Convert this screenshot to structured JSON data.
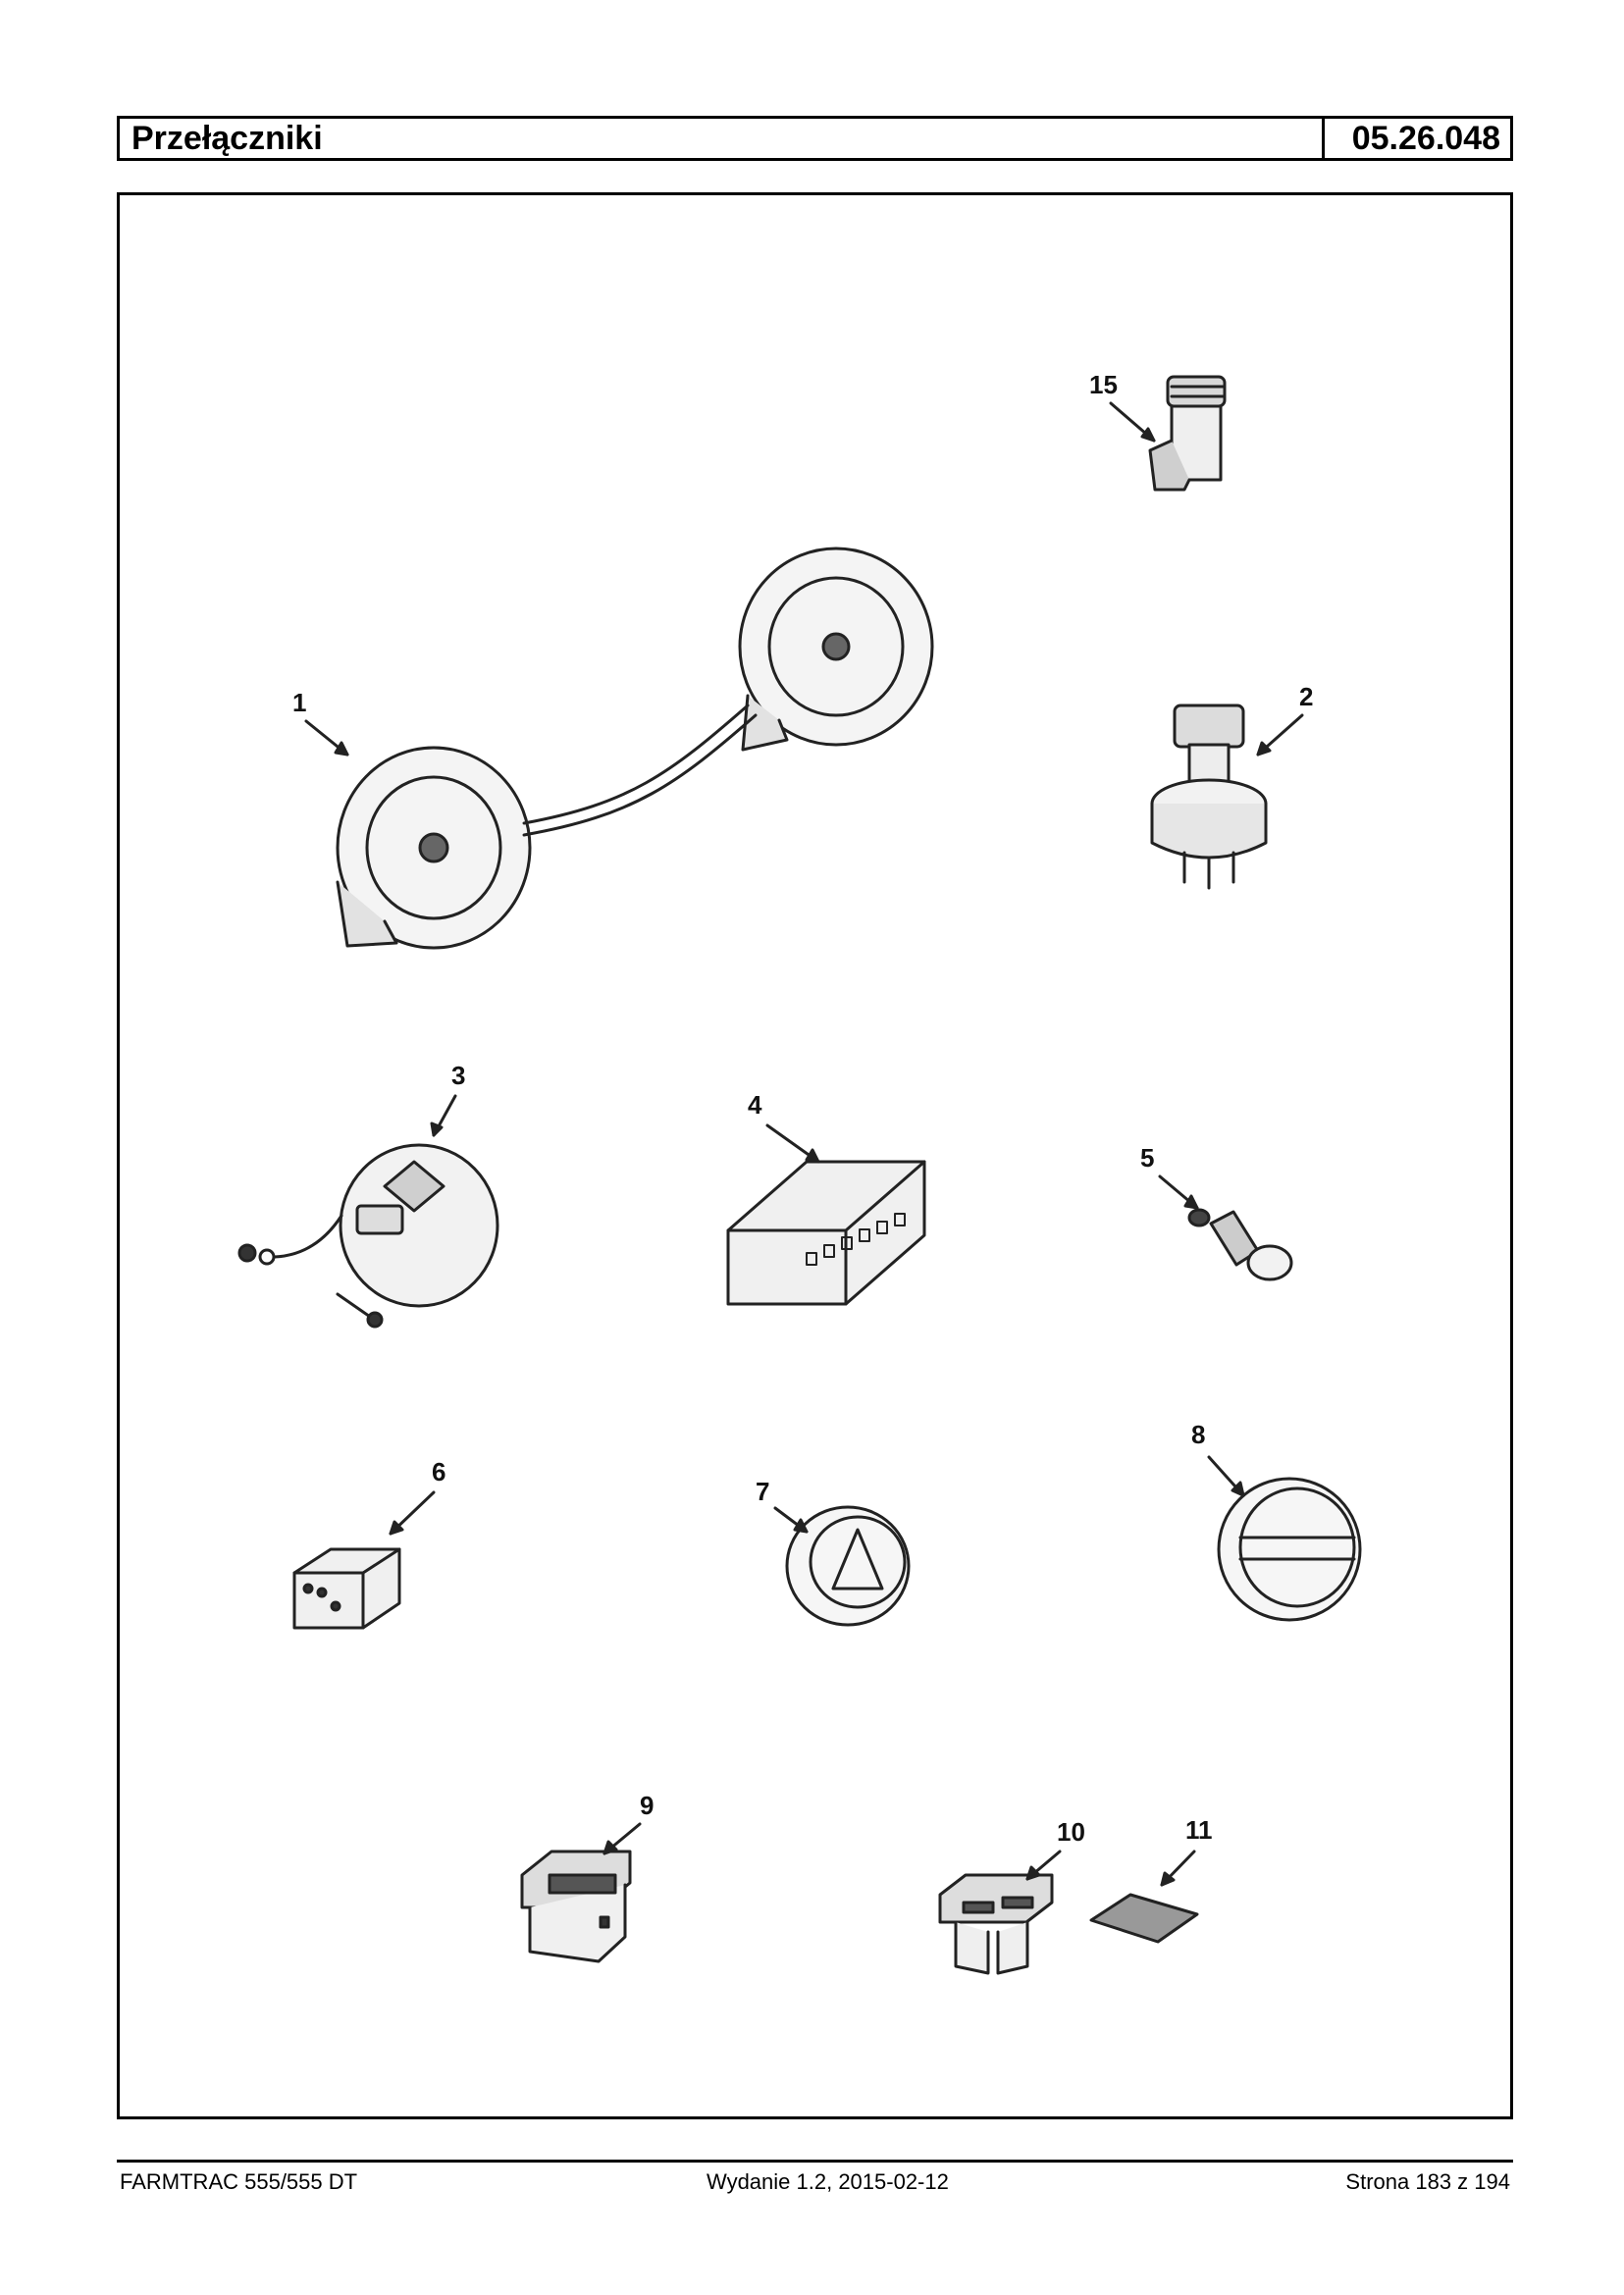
{
  "header": {
    "title": "Przełączniki",
    "code": "05.26.048"
  },
  "callouts": {
    "c1": "1",
    "c2": "2",
    "c3": "3",
    "c4": "4",
    "c5": "5",
    "c6": "6",
    "c7": "7",
    "c8": "8",
    "c9": "9",
    "c10": "10",
    "c11": "11",
    "c15": "15"
  },
  "footer": {
    "model": "FARMTRAC 555/555 DT",
    "edition": "Wydanie 1.2,  2015-02-12",
    "page": "Strona 183 z 194"
  }
}
